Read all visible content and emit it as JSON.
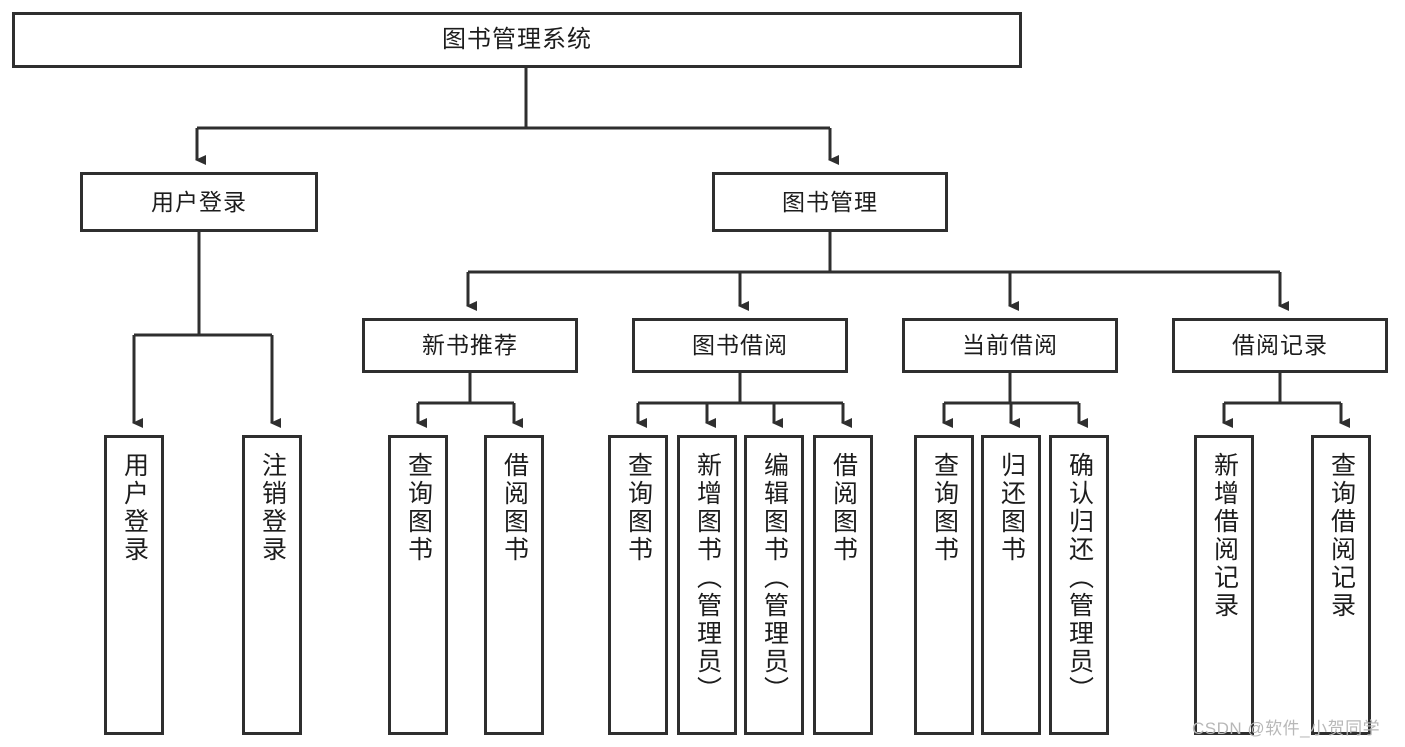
{
  "diagram": {
    "title": "图书管理系统",
    "type": "功能结构图",
    "root": {
      "label": "图书管理系统"
    },
    "level2": [
      {
        "label": "用户登录"
      },
      {
        "label": "图书管理"
      }
    ],
    "level3": [
      {
        "label": "新书推荐"
      },
      {
        "label": "图书借阅"
      },
      {
        "label": "当前借阅"
      },
      {
        "label": "借阅记录"
      }
    ],
    "leaves": {
      "user_login": [
        {
          "label": "用户登录"
        },
        {
          "label": "注销登录"
        }
      ],
      "new_book_recommend": [
        {
          "label": "查询图书"
        },
        {
          "label": "借阅图书"
        }
      ],
      "book_borrow": [
        {
          "label": "查询图书"
        },
        {
          "label": "新增图书（管理员）"
        },
        {
          "label": "编辑图书（管理员）"
        },
        {
          "label": "借阅图书"
        }
      ],
      "current_borrow": [
        {
          "label": "查询图书"
        },
        {
          "label": "归还图书"
        },
        {
          "label": "确认归还（管理员）"
        }
      ],
      "borrow_record": [
        {
          "label": "新增借阅记录"
        },
        {
          "label": "查询借阅记录"
        }
      ]
    }
  },
  "watermark": {
    "text": "CSDN @软件_小贺同学"
  },
  "colors": {
    "border": "#2f2f2f",
    "background": "#ffffff",
    "text": "#1d1d1d",
    "watermark": "#b8b8b8"
  }
}
